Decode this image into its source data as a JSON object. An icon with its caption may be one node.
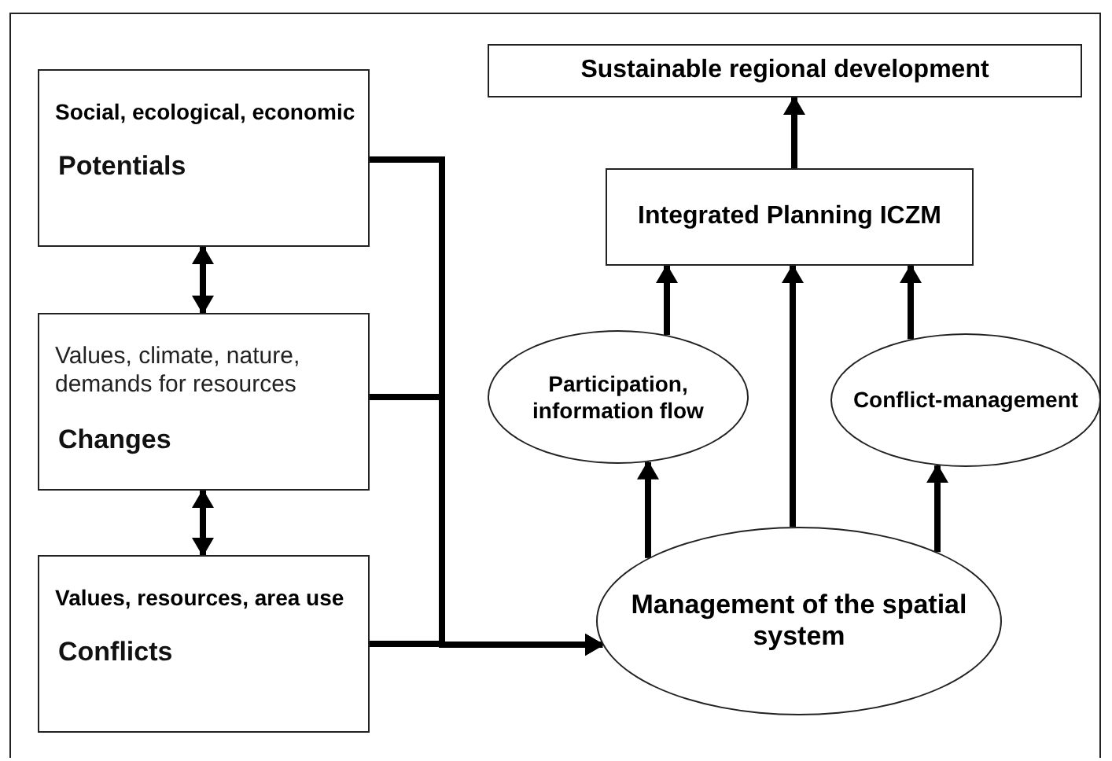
{
  "diagram": {
    "nodes": [
      {
        "text": [
          "Social, ecological, economic",
          "Potentials"
        ]
      },
      {
        "text": [
          "Values, climate, nature, demands for resources",
          "Changes"
        ]
      },
      {
        "text": [
          "Values, resources, area use",
          "Conflicts"
        ]
      },
      {
        "text": [
          "Sustainable regional development"
        ]
      },
      {
        "text": [
          "Integrated Planning ICZM"
        ]
      },
      {
        "text": [
          "Participation, information flow"
        ]
      },
      {
        "text": [
          "Conflict-management"
        ]
      },
      {
        "text": [
          "Management of the spatial system"
        ]
      }
    ],
    "edges": [
      {
        "from": 0,
        "to": 1,
        "arrow": "both"
      },
      {
        "from": 1,
        "to": 2,
        "arrow": "both"
      },
      {
        "from": 0,
        "to": 7,
        "arrow": "to"
      },
      {
        "from": 1,
        "to": 7,
        "arrow": "to"
      },
      {
        "from": 2,
        "to": 7,
        "arrow": "to"
      },
      {
        "from": 7,
        "to": 5,
        "arrow": "to"
      },
      {
        "from": 7,
        "to": 4,
        "arrow": "to"
      },
      {
        "from": 7,
        "to": 6,
        "arrow": "to"
      },
      {
        "from": 5,
        "to": 4,
        "arrow": "to"
      },
      {
        "from": 6,
        "to": 4,
        "arrow": "to"
      },
      {
        "from": 4,
        "to": 3,
        "arrow": "to"
      }
    ]
  }
}
